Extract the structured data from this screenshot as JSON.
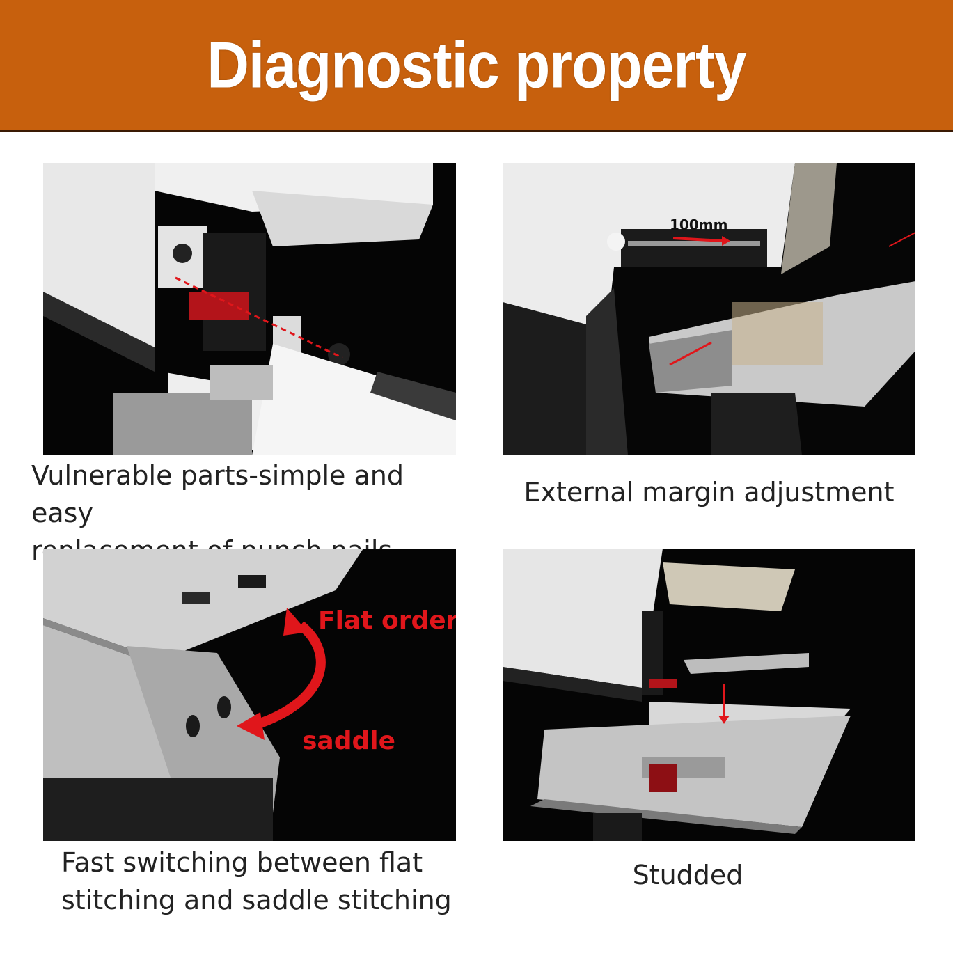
{
  "banner": {
    "title": "Diagnostic property"
  },
  "panels": [
    {
      "caption_line1": "Vulnerable parts-simple and easy",
      "caption_line2": "replacement of punch nails"
    },
    {
      "caption_line1": "External margin adjustment",
      "overlay_measure": "100mm"
    },
    {
      "caption_line1": "Fast switching between flat",
      "caption_line2": "stitching and saddle stitching",
      "overlay_top": "Flat order",
      "overlay_bottom": "saddle"
    },
    {
      "caption_line1": "Studded"
    }
  ],
  "colors": {
    "banner": "#c7600d",
    "accent_red": "#e0161b"
  }
}
